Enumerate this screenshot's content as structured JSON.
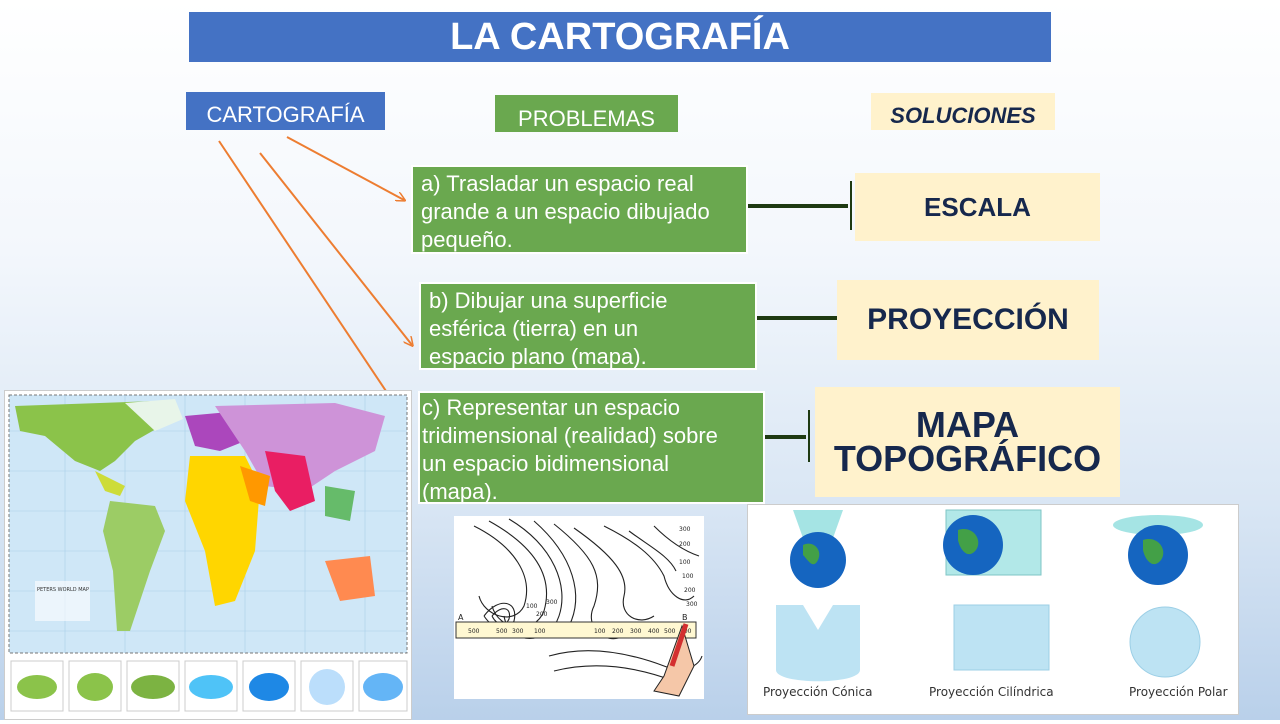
{
  "title": "LA CARTOGRAFÍA",
  "headers": {
    "cartografia": "CARTOGRAFÍA",
    "problemas": "PROBLEMAS",
    "soluciones": "SOLUCIONES"
  },
  "problems": {
    "a": [
      "a)  Trasladar un espacio real",
      "grande a un espacio dibujado",
      "pequeño."
    ],
    "b": [
      "b)    Dibujar una superficie",
      "esférica (tierra) en un",
      "espacio plano (mapa)."
    ],
    "c": [
      "c)    Representar un espacio",
      "tridimensional (realidad) sobre",
      "un espacio bidimensional",
      "(mapa)."
    ]
  },
  "solutions": {
    "escala": "ESCALA",
    "proyeccion": "PROYECCIÓN",
    "mapa_topografico": [
      "MAPA",
      "TOPOGRÁFICO"
    ]
  },
  "world_map": {
    "caption": "PETERS WORLD MAP"
  },
  "topo": {
    "scale_labels": [
      "500",
      "500",
      "300",
      "100",
      "100",
      "200",
      "300",
      "400",
      "500",
      "700"
    ],
    "contour_labels": [
      "300",
      "200",
      "100",
      "100",
      "200",
      "300",
      "100",
      "200",
      "300"
    ],
    "point_a": "A",
    "point_b": "B"
  },
  "projections": {
    "labels": [
      "Proyección Cónica",
      "Proyección Cilíndrica",
      "Proyección Polar"
    ]
  },
  "colors": {
    "title_blue": "#4472c4",
    "problem_green": "#6aa84f",
    "solution_cream": "#fff2cc",
    "solution_text": "#16284d",
    "arrow_orange": "#ed7d31",
    "connector_dark": "#1e3a12"
  }
}
